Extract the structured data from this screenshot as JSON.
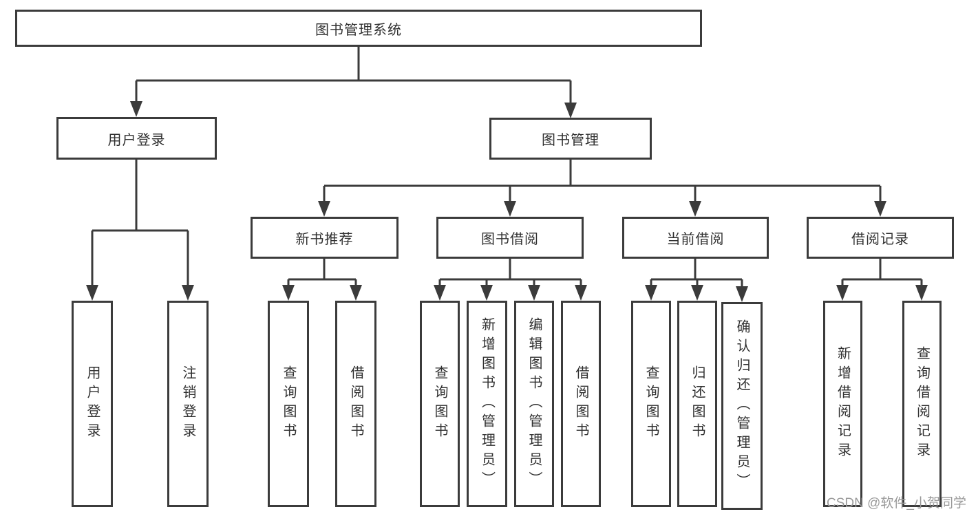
{
  "tree": {
    "root": "图书管理系统",
    "branches": {
      "user_login": "用户登录",
      "book_management": "图书管理"
    },
    "modules": {
      "new_book_recommend": "新书推荐",
      "book_borrowing": "图书借阅",
      "current_borrowing": "当前借阅",
      "borrowing_records": "借阅记录"
    },
    "functions": {
      "user_login": "用户登录",
      "logout": "注销登录",
      "recommend_query_books": "查询图书",
      "recommend_borrow_books": "借阅图书",
      "borrowing_query_books": "查询图书",
      "borrowing_add_books": "新增图书（管理员）",
      "borrowing_edit_books": "编辑图书（管理员）",
      "borrowing_borrow_books": "借阅图书",
      "current_query_books": "查询图书",
      "current_return_books": "归还图书",
      "current_confirm_return": "确认归还（管理员）",
      "records_add_record": "新增借阅记录",
      "records_query_record": "查询借阅记录"
    }
  },
  "watermark": "CSDN @软件_小贺同学",
  "colors": {
    "line": "#3b3b3b",
    "text": "#303030",
    "watermark": "#9a9a9a",
    "background": "#ffffff"
  }
}
